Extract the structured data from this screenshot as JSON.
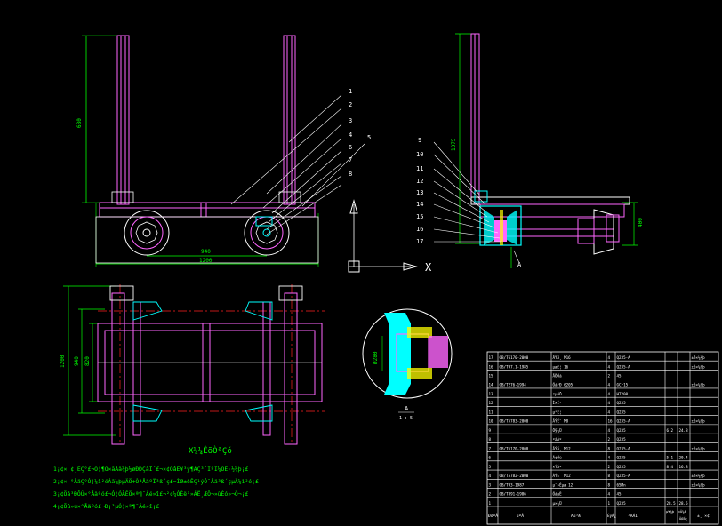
{
  "colors": {
    "background": "#000000",
    "frame": "#ff66ff",
    "dimension": "#00ff00",
    "leader": "#ffffff",
    "centerline": "#ff2020",
    "wheel": "#00ffff",
    "hub": "#ffff00",
    "table_line": "#ffffff",
    "notes": "#00ff00"
  },
  "front_view": {
    "dim_height": "680",
    "dim_span": "940",
    "dim_overall": "1200"
  },
  "callouts_front": [
    "1",
    "2",
    "3",
    "4",
    "5",
    "6",
    "7",
    "8"
  ],
  "side_view": {
    "dim_height": "1075",
    "dim_deck": "400",
    "callouts": [
      "9",
      "10",
      "11",
      "12",
      "13",
      "14",
      "15",
      "16",
      "17"
    ],
    "section_mark": "A"
  },
  "axis": {
    "x_label": "X"
  },
  "plan_view": {
    "dim_total": "1200",
    "dim_mid": "940",
    "dim_inner": "820"
  },
  "detail": {
    "dim_label": "Ø280",
    "label": "A",
    "scale": "1 : 5"
  },
  "notes": {
    "title": "X¼¼ÊõÒªÇó",
    "lines": [
      "1¡¢× ¢¸ÊÇ°£¬Ó¦¶Ô×ãÅä¼þ½øÐÐÇåÏ´£¬×¢ÒâÈ¥³ý¶ÀÇ³´ÌºÍ¼ÓÊ·½¼þ¡£",
      "2¡¢× °ÅäÇ°Ó¦¼ì²éÁã¼þµÄÖ÷ÒªÅäºÏ³ß´ç£¬ÌØ±ðÊÇ¹ýÓ¯Åä³ß´çµÄ¼ì²é¡£",
      "3¡¢Öá³ÐÔÚ×°Åäºó£¬Ó¦ÓÃÊÖ×ª¶¯Áé»î£¬²¢¼ÓÈë¹»ÁË¸ÆÖ¬»ùÈó»¬Ö¬¡£",
      "4¡¢Õû»ú×°Åäºó£¬Ð¡³µÓ¦×ª¶¯Áé»î¡£"
    ]
  },
  "bom": {
    "rows": [
      [
        "17",
        "GB/T6170-2000",
        "ÂÝÄ¸ M16",
        "4",
        "Q235-A",
        "",
        "",
        "±ê×¼¼þ"
      ],
      [
        "16",
        "GB/T97.1-1985",
        "µæÈ¦ 16",
        "4",
        "Q235-A",
        "",
        "",
        "±ê×¼¼þ"
      ],
      [
        "15",
        "",
        "ÂÖÖá",
        "2",
        "45",
        "",
        "",
        ""
      ],
      [
        "14",
        "GB/T276-1994",
        "Öá³Ð 6205",
        "4",
        "GCr15",
        "",
        "",
        "±ê×¼¼þ"
      ],
      [
        "13",
        "",
        "³µÂÖ",
        "4",
        "HT200",
        "",
        "",
        ""
      ],
      [
        "12",
        "",
        "Ì×Í²",
        "4",
        "Q235",
        "",
        "",
        ""
      ],
      [
        "11",
        "",
        "µ²È¦",
        "4",
        "Q235",
        "",
        "",
        ""
      ],
      [
        "10",
        "GB/T5783-2000",
        "ÂÝË¨ M8",
        "16",
        "Q235-A",
        "",
        "",
        "±ê×¼¼þ"
      ],
      [
        "9",
        "",
        "Ö§¼Ü",
        "4",
        "Q235",
        "6.2",
        "24.8",
        ""
      ],
      [
        "8",
        "",
        "ºáÁº",
        "2",
        "Q235",
        "",
        "",
        ""
      ],
      [
        "7",
        "GB/T6170-2000",
        "ÂÝÄ¸ M12",
        "8",
        "Q235-A",
        "",
        "",
        "±ê×¼¼þ"
      ],
      [
        "6",
        "",
        "Á¢Öù",
        "4",
        "Q235",
        "5.1",
        "20.4",
        ""
      ],
      [
        "5",
        "",
        "×ÝÁº",
        "2",
        "Q235",
        "8.4",
        "16.8",
        ""
      ],
      [
        "4",
        "GB/T5782-2000",
        "ÂÝË¨ M12",
        "8",
        "Q235-A",
        "",
        "",
        "±ê×¼¼þ"
      ],
      [
        "3",
        "GB/T93-1987",
        "µ¯»Éµæ 12",
        "8",
        "65Mn",
        "",
        "",
        "±ê×¼¼þ"
      ],
      [
        "2",
        "GB/T891-1986",
        "ÖáµË",
        "4",
        "45",
        "",
        "",
        ""
      ],
      [
        "1",
        "",
        "µ×¼Ü",
        "1",
        "Q235",
        "28.5",
        "28.5",
        ""
      ]
    ],
    "header": {
      "seq": "ÐòºÅ",
      "code": "´úºÅ",
      "name": "Ãû³Æ",
      "qty": "ÊýÁ¿",
      "material": "²ÄÁÏ",
      "weight": "µ¥¼þ  ×Ü¼Æ",
      "weight_sub": "ÖØÁ¿",
      "remark": "±¸ ×¢"
    }
  }
}
